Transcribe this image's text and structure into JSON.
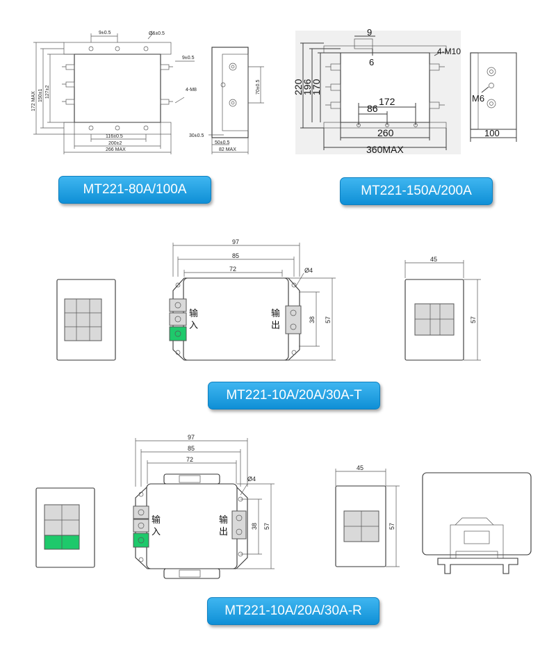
{
  "badges": {
    "b1": "MT221-80A/100A",
    "b2": "MT221-150A/200A",
    "b3": "MT221-10A/20A/30A-T",
    "b4": "MT221-10A/20A/30A-R"
  },
  "d1": {
    "d9": "9±0.5",
    "hole": "Ø6±0.5",
    "d9b": "9±0.5",
    "m8": "4-M8",
    "h172": "172 MAX",
    "h150": "150±1",
    "h127": "127±2",
    "w116": "116±0.5",
    "w200": "200±2",
    "w266": "266 MAX",
    "s70": "70±0.5",
    "s30": "30±0.5",
    "s50": "50±0.5",
    "s82": "82 MAX"
  },
  "d2": {
    "d9": "9",
    "d6": "6",
    "m10": "4-M10",
    "h220": "220",
    "h196": "196",
    "h170": "170",
    "w172": "172",
    "w86": "86",
    "w260": "260",
    "w360": "360MAX",
    "m6": "M6",
    "w100": "100"
  },
  "d3": {
    "w97": "97",
    "w85": "85",
    "w72": "72",
    "hole": "Ø4",
    "in1": "输",
    "in2": "入",
    "out1": "输",
    "out2": "出",
    "h38": "38",
    "h57": "57",
    "w45": "45",
    "h57b": "57"
  },
  "d4": {
    "w97": "97",
    "w85": "85",
    "w72": "72",
    "hole": "Ø4",
    "in1": "输",
    "in2": "入",
    "out1": "输",
    "out2": "出",
    "h38": "38",
    "h57": "57",
    "w45": "45",
    "h57b": "57"
  }
}
